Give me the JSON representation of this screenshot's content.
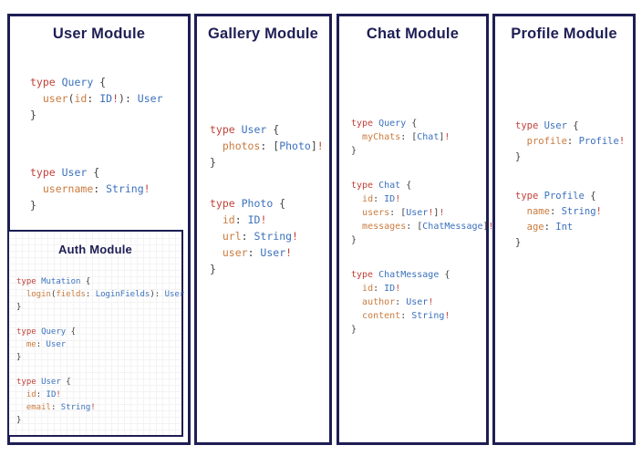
{
  "colors": {
    "navy": "#1e1e55",
    "keyword": "#bf4138",
    "type": "#3b71bd",
    "field": "#ca7b3e",
    "punct": "#3f3f3f",
    "bang": "#bf4138"
  },
  "modules": [
    {
      "title": "User Module",
      "blocks": [
        [
          [
            [
              "k",
              "type "
            ],
            [
              "t",
              "Query "
            ],
            [
              "p",
              "{"
            ]
          ],
          [
            [
              "p",
              "  "
            ],
            [
              "f",
              "user"
            ],
            [
              "p",
              "("
            ],
            [
              "f",
              "id"
            ],
            [
              "p",
              ": "
            ],
            [
              "t",
              "ID"
            ],
            [
              "b",
              "!"
            ],
            [
              "p",
              "): "
            ],
            [
              "t",
              "User"
            ]
          ],
          [
            [
              "p",
              "}"
            ]
          ]
        ],
        [
          [
            [
              "k",
              "type "
            ],
            [
              "t",
              "User "
            ],
            [
              "p",
              "{"
            ]
          ],
          [
            [
              "p",
              "  "
            ],
            [
              "f",
              "username"
            ],
            [
              "p",
              ": "
            ],
            [
              "t",
              "String"
            ],
            [
              "b",
              "!"
            ]
          ],
          [
            [
              "p",
              "}"
            ]
          ]
        ]
      ]
    },
    {
      "title": "Gallery Module",
      "blocks": [
        [
          [
            [
              "k",
              "type "
            ],
            [
              "t",
              "User "
            ],
            [
              "p",
              "{"
            ]
          ],
          [
            [
              "p",
              "  "
            ],
            [
              "f",
              "photos"
            ],
            [
              "p",
              ": ["
            ],
            [
              "t",
              "Photo"
            ],
            [
              "p",
              "]"
            ],
            [
              "b",
              "!"
            ]
          ],
          [
            [
              "p",
              "}"
            ]
          ]
        ],
        [
          [
            [
              "k",
              "type "
            ],
            [
              "t",
              "Photo "
            ],
            [
              "p",
              "{"
            ]
          ],
          [
            [
              "p",
              "  "
            ],
            [
              "f",
              "id"
            ],
            [
              "p",
              ": "
            ],
            [
              "t",
              "ID"
            ],
            [
              "b",
              "!"
            ]
          ],
          [
            [
              "p",
              "  "
            ],
            [
              "f",
              "url"
            ],
            [
              "p",
              ": "
            ],
            [
              "t",
              "String"
            ],
            [
              "b",
              "!"
            ]
          ],
          [
            [
              "p",
              "  "
            ],
            [
              "f",
              "user"
            ],
            [
              "p",
              ": "
            ],
            [
              "t",
              "User"
            ],
            [
              "b",
              "!"
            ]
          ],
          [
            [
              "p",
              "}"
            ]
          ]
        ]
      ]
    },
    {
      "title": "Chat Module",
      "blocks": [
        [
          [
            [
              "k",
              "type "
            ],
            [
              "t",
              "Query "
            ],
            [
              "p",
              "{"
            ]
          ],
          [
            [
              "p",
              "  "
            ],
            [
              "f",
              "myChats"
            ],
            [
              "p",
              ": ["
            ],
            [
              "t",
              "Chat"
            ],
            [
              "p",
              "]"
            ],
            [
              "b",
              "!"
            ]
          ],
          [
            [
              "p",
              "}"
            ]
          ]
        ],
        [
          [
            [
              "k",
              "type "
            ],
            [
              "t",
              "Chat "
            ],
            [
              "p",
              "{"
            ]
          ],
          [
            [
              "p",
              "  "
            ],
            [
              "f",
              "id"
            ],
            [
              "p",
              ": "
            ],
            [
              "t",
              "ID"
            ],
            [
              "b",
              "!"
            ]
          ],
          [
            [
              "p",
              "  "
            ],
            [
              "f",
              "users"
            ],
            [
              "p",
              ": ["
            ],
            [
              "t",
              "User"
            ],
            [
              "b",
              "!"
            ],
            [
              "p",
              "]"
            ],
            [
              "b",
              "!"
            ]
          ],
          [
            [
              "p",
              "  "
            ],
            [
              "f",
              "messages"
            ],
            [
              "p",
              ": ["
            ],
            [
              "t",
              "ChatMessage"
            ],
            [
              "p",
              "]"
            ],
            [
              "b",
              "!"
            ]
          ],
          [
            [
              "p",
              "}"
            ]
          ]
        ],
        [
          [
            [
              "k",
              "type "
            ],
            [
              "t",
              "ChatMessage "
            ],
            [
              "p",
              "{"
            ]
          ],
          [
            [
              "p",
              "  "
            ],
            [
              "f",
              "id"
            ],
            [
              "p",
              ": "
            ],
            [
              "t",
              "ID"
            ],
            [
              "b",
              "!"
            ]
          ],
          [
            [
              "p",
              "  "
            ],
            [
              "f",
              "author"
            ],
            [
              "p",
              ": "
            ],
            [
              "t",
              "User"
            ],
            [
              "b",
              "!"
            ]
          ],
          [
            [
              "p",
              "  "
            ],
            [
              "f",
              "content"
            ],
            [
              "p",
              ": "
            ],
            [
              "t",
              "String"
            ],
            [
              "b",
              "!"
            ]
          ],
          [
            [
              "p",
              "}"
            ]
          ]
        ]
      ]
    },
    {
      "title": "Profile Module",
      "blocks": [
        [
          [
            [
              "k",
              "type "
            ],
            [
              "t",
              "User "
            ],
            [
              "p",
              "{"
            ]
          ],
          [
            [
              "p",
              "  "
            ],
            [
              "f",
              "profile"
            ],
            [
              "p",
              ": "
            ],
            [
              "t",
              "Profile"
            ],
            [
              "b",
              "!"
            ]
          ],
          [
            [
              "p",
              "}"
            ]
          ]
        ],
        [
          [
            [
              "k",
              "type "
            ],
            [
              "t",
              "Profile "
            ],
            [
              "p",
              "{"
            ]
          ],
          [
            [
              "p",
              "  "
            ],
            [
              "f",
              "name"
            ],
            [
              "p",
              ": "
            ],
            [
              "t",
              "String"
            ],
            [
              "b",
              "!"
            ]
          ],
          [
            [
              "p",
              "  "
            ],
            [
              "f",
              "age"
            ],
            [
              "p",
              ": "
            ],
            [
              "t",
              "Int"
            ]
          ],
          [
            [
              "p",
              "}"
            ]
          ]
        ]
      ]
    }
  ],
  "auth": {
    "title": "Auth Module",
    "blocks": [
      [
        [
          [
            "k",
            "type "
          ],
          [
            "t",
            "Mutation "
          ],
          [
            "p",
            "{"
          ]
        ],
        [
          [
            "p",
            "  "
          ],
          [
            "f",
            "login"
          ],
          [
            "p",
            "("
          ],
          [
            "f",
            "fields"
          ],
          [
            "p",
            ": "
          ],
          [
            "t",
            "LoginFields"
          ],
          [
            "p",
            "): "
          ],
          [
            "t",
            "User"
          ]
        ],
        [
          [
            "p",
            "}"
          ]
        ]
      ],
      [
        [
          [
            "k",
            "type "
          ],
          [
            "t",
            "Query "
          ],
          [
            "p",
            "{"
          ]
        ],
        [
          [
            "p",
            "  "
          ],
          [
            "f",
            "me"
          ],
          [
            "p",
            ": "
          ],
          [
            "t",
            "User"
          ]
        ],
        [
          [
            "p",
            "}"
          ]
        ]
      ],
      [
        [
          [
            "k",
            "type "
          ],
          [
            "t",
            "User "
          ],
          [
            "p",
            "{"
          ]
        ],
        [
          [
            "p",
            "  "
          ],
          [
            "f",
            "id"
          ],
          [
            "p",
            ": "
          ],
          [
            "t",
            "ID"
          ],
          [
            "b",
            "!"
          ]
        ],
        [
          [
            "p",
            "  "
          ],
          [
            "f",
            "email"
          ],
          [
            "p",
            ": "
          ],
          [
            "t",
            "String"
          ],
          [
            "b",
            "!"
          ]
        ],
        [
          [
            "p",
            "}"
          ]
        ]
      ]
    ]
  }
}
